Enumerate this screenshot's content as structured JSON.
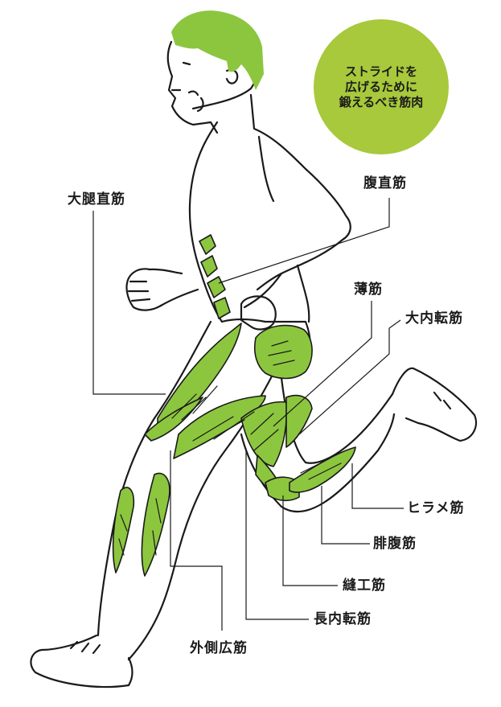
{
  "badge": {
    "lines": [
      "ストライドを",
      "広げるために",
      "鍛えるべき筋肉"
    ],
    "color": "#a7c93b"
  },
  "labels": {
    "rectus_femoris": "大腿直筋",
    "rectus_abdominis": "腹直筋",
    "gracilis": "薄筋",
    "adductor_magnus": "大内転筋",
    "soleus": "ヒラメ筋",
    "gastrocnemius": "腓腹筋",
    "sartorius": "縫工筋",
    "adductor_longus": "長内転筋",
    "vastus_lateralis": "外側広筋"
  },
  "colors": {
    "muscle": "#8cc63f",
    "muscle_dark": "#6a9a2a",
    "hair": "#8cc63f",
    "outline": "#1a1a1a"
  }
}
